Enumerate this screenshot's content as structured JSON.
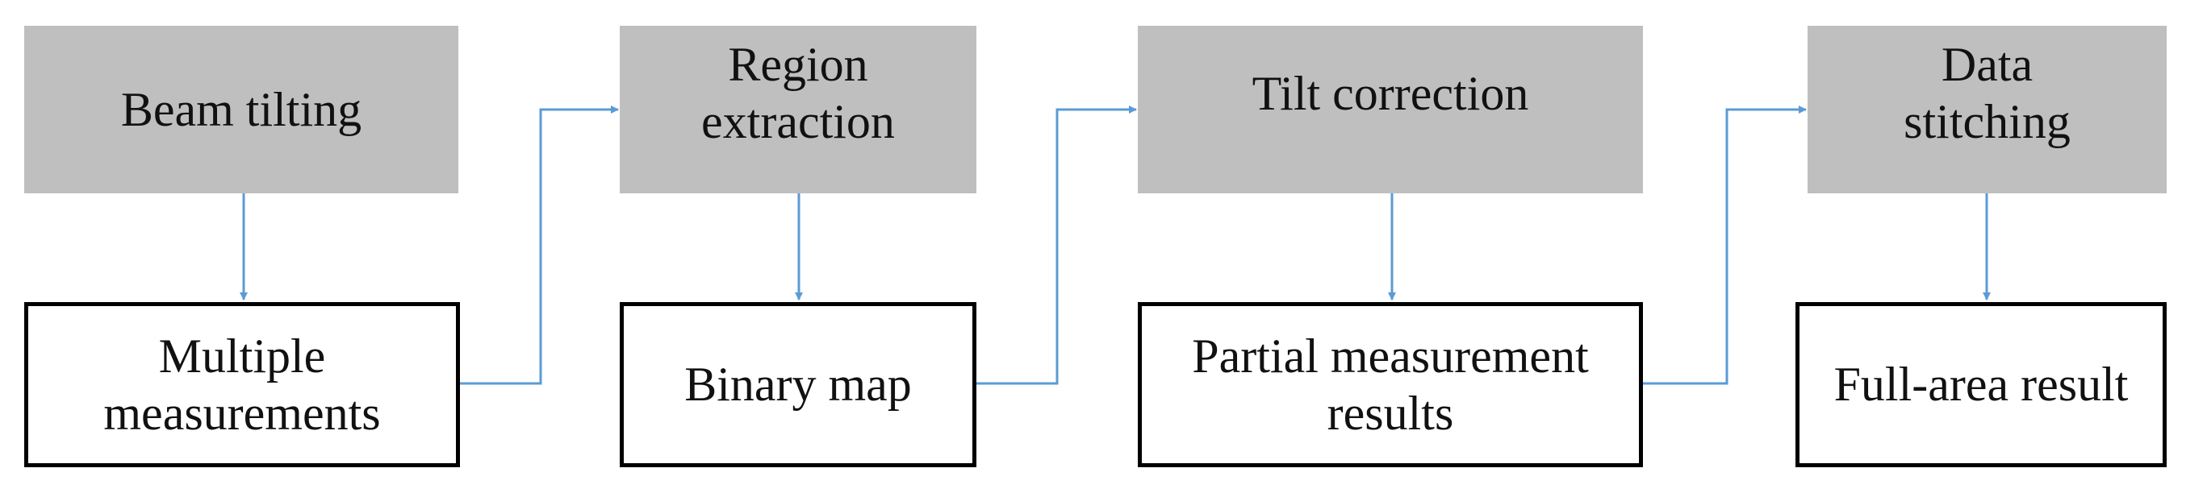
{
  "process_steps": [
    "Beam tilting",
    "Region\nextraction",
    "Tilt correction",
    "Data\nstitching"
  ],
  "outputs": [
    "Multiple\nmeasurements",
    "Binary map",
    "Partial measurement\nresults",
    "Full-area result"
  ],
  "colors": {
    "process_fill": "#bfbfbf",
    "output_border": "#000000",
    "connector": "#5b9bd5"
  }
}
